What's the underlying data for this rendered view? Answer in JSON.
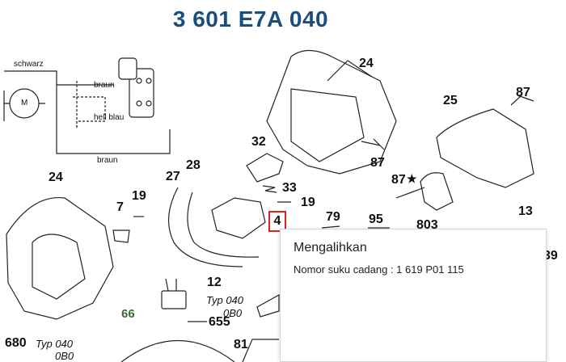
{
  "title": "3 601 E7A 040",
  "wiring": {
    "labels": [
      "schwarz",
      "braun",
      "hell blau",
      "braun"
    ],
    "motor_label": "M"
  },
  "parts": [
    {
      "label": "24"
    },
    {
      "label": "87"
    },
    {
      "label": "25"
    },
    {
      "label": "32"
    },
    {
      "label": "87"
    },
    {
      "label": "33"
    },
    {
      "label": "19"
    },
    {
      "label": "4"
    },
    {
      "label": "79"
    },
    {
      "label": "95"
    },
    {
      "label": "87"
    },
    {
      "label": "803"
    },
    {
      "label": "13"
    },
    {
      "label": "24"
    },
    {
      "label": "27"
    },
    {
      "label": "28"
    },
    {
      "label": "7"
    },
    {
      "label": "19"
    },
    {
      "label": "12"
    },
    {
      "label": "655"
    },
    {
      "label": "81"
    },
    {
      "label": "680"
    },
    {
      "label": "66"
    },
    {
      "label": "39"
    }
  ],
  "typ_labels": [
    {
      "line1": "Typ 040",
      "line2": "0B0"
    },
    {
      "line1": "Typ 040",
      "line2": "0B0"
    }
  ],
  "tooltip": {
    "title": "Mengalihkan",
    "text": "Nomor suku cadang : 1 619 P01 115"
  },
  "colors": {
    "title": "#1b4f7a",
    "highlight": "#d22222"
  }
}
